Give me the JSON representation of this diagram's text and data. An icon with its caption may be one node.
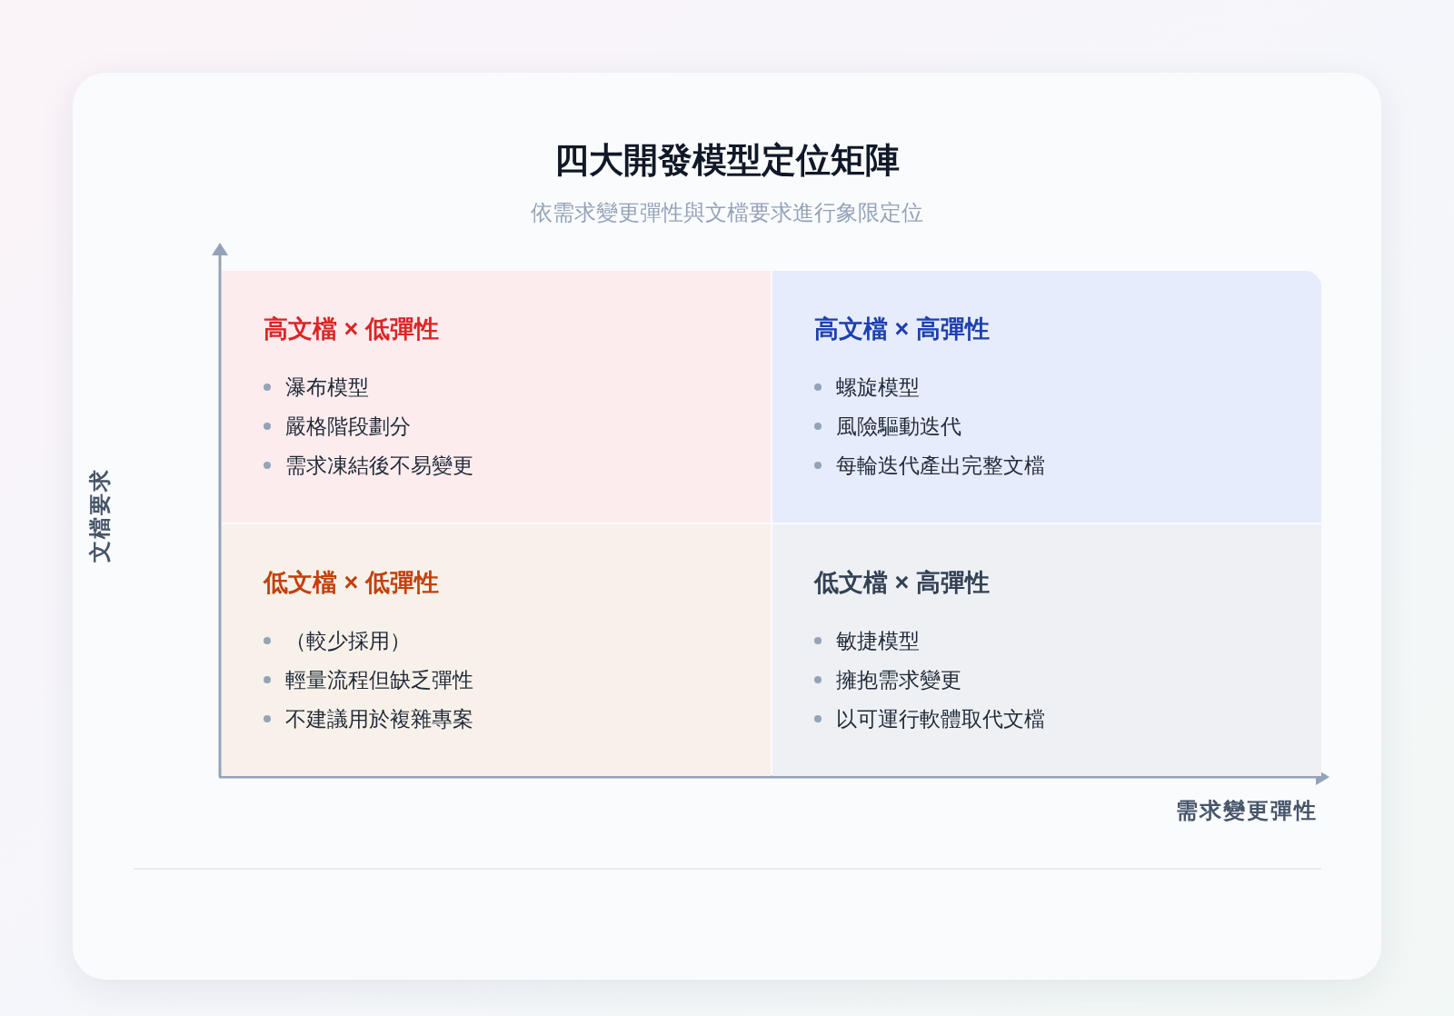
{
  "diagram": {
    "title": "四大開發模型定位矩陣",
    "nodes": [
      {
        "text": [
          "高文檔 × 低彈性",
          "瀑布模型",
          "嚴格階段劃分",
          "需求凍結後不易變更"
        ]
      },
      {
        "text": [
          "高文檔 × 高彈性",
          "螺旋模型",
          "風險驅動迭代",
          "每輪迭代產出完整文檔"
        ]
      },
      {
        "text": [
          "低文檔 × 低彈性",
          "（較少採用）",
          "輕量流程但缺乏彈性",
          "不建議用於複雜專案"
        ]
      },
      {
        "text": [
          "低文檔 × 高彈性",
          "敏捷模型",
          "擁抱需求變更",
          "以可運行軟體取代文檔"
        ]
      }
    ],
    "labels": [
      "依需求變更彈性與文檔要求進行象限定位",
      "文檔要求",
      "需求變更彈性"
    ]
  }
}
